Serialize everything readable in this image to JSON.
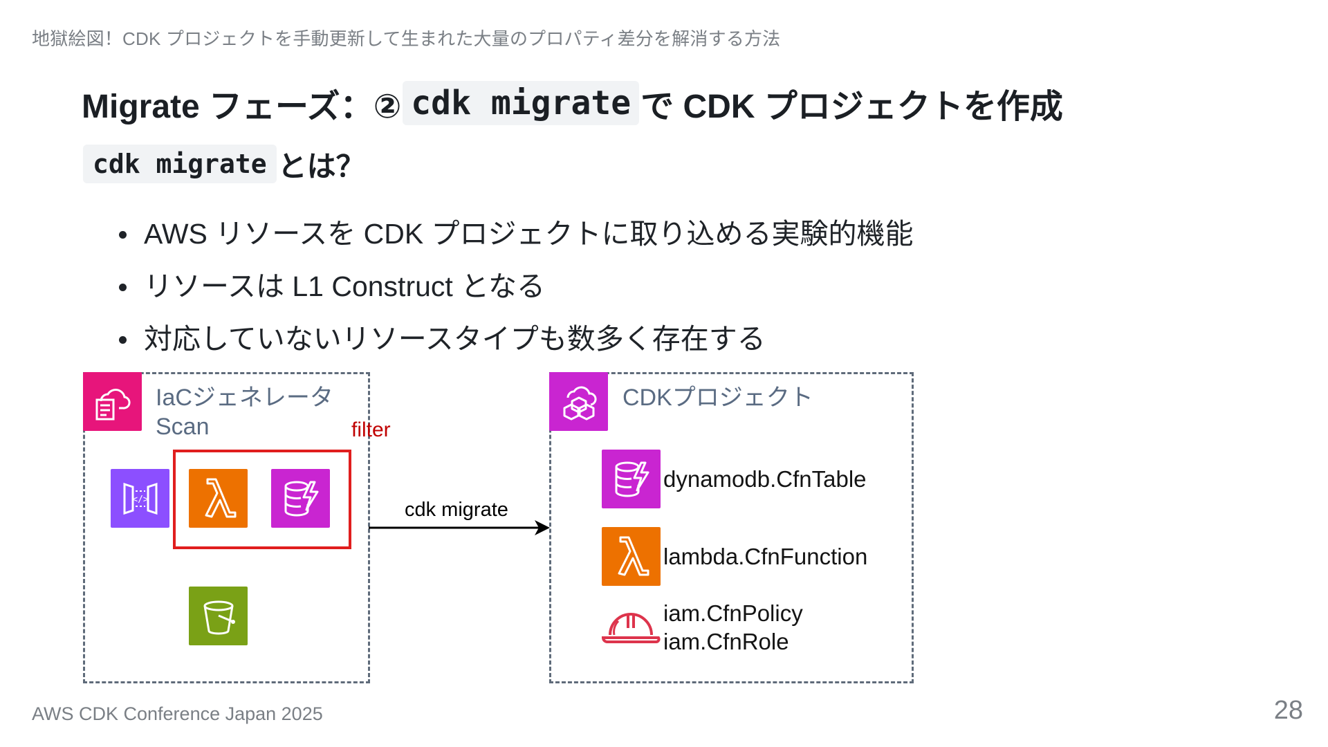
{
  "header": {
    "text": "地獄絵図！CDK プロジェクトを手動更新して生まれた大量のプロパティ差分を解消する方法"
  },
  "title": {
    "prefix": "Migrate フェーズ：② ",
    "code": "cdk migrate",
    "suffix": "で CDK プロジェクトを作成"
  },
  "subtitle": {
    "code": "cdk migrate",
    "suffix": "とは？"
  },
  "bullets": [
    "AWS リソースを CDK プロジェクトに取り込める実験的機能",
    "リソースは L1 Construct となる",
    "対応していないリソースタイプも数多く存在する"
  ],
  "diagram": {
    "left_box": {
      "label": "IaCジェネレータ\nScan",
      "icon": "cloudformation-icon",
      "color": "#e7157b"
    },
    "filter_label": "filter",
    "arrow_label": "cdk migrate",
    "right_box": {
      "label": "CDKプロジェクト",
      "icon": "cdk-construct-icon",
      "color": "#c925d1"
    },
    "left_resources": [
      {
        "name": "api-gateway-icon",
        "color": "#8c4fff"
      },
      {
        "name": "lambda-icon",
        "color": "#ed7100"
      },
      {
        "name": "dynamodb-icon",
        "color": "#c925d1"
      },
      {
        "name": "s3-bucket-icon",
        "color": "#7aa116"
      }
    ],
    "right_items": [
      {
        "label": "dynamodb.CfnTable",
        "icon": "dynamodb-icon",
        "color": "#c925d1"
      },
      {
        "label": "lambda.CfnFunction",
        "icon": "lambda-icon",
        "color": "#ed7100"
      },
      {
        "label": "iam.CfnPolicy\niam.CfnRole",
        "icon": "iam-helmet-icon",
        "color": "#dd344c"
      }
    ]
  },
  "footer": {
    "text": "AWS CDK Conference Japan 2025"
  },
  "page_number": "28"
}
